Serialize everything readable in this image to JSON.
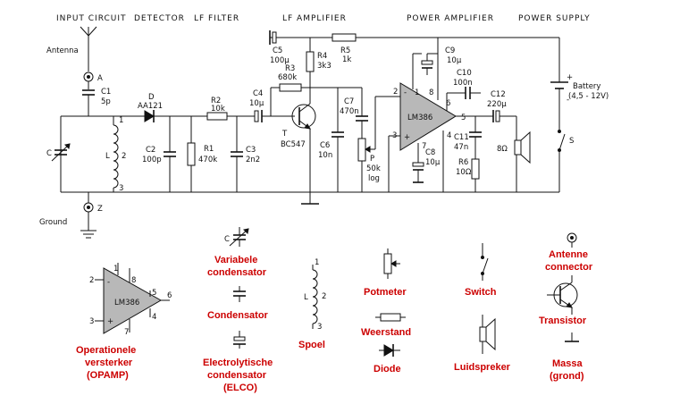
{
  "headers": {
    "input_circuit": "INPUT CIRCUIT",
    "detector": "DETECTOR",
    "lf_filter": "LF FILTER",
    "lf_amplifier": "LF AMPLIFIER",
    "power_amplifier": "POWER AMPLIFIER",
    "power_supply": "POWER SUPPLY"
  },
  "labels": {
    "antenna": "Antenna",
    "a": "A",
    "ground": "Ground",
    "z": "Z",
    "c1": "C1",
    "c1_val": "5p",
    "c": "C",
    "l": "L",
    "d": "D",
    "d_val": "AA121",
    "r2": "R2",
    "r2_val": "10k",
    "c2": "C2",
    "c2_val": "100p",
    "r1": "R1",
    "r1_val": "470k",
    "c3": "C3",
    "c3_val": "2n2",
    "c4": "C4",
    "c4_val": "10µ",
    "c5": "C5",
    "c5_val": "100µ",
    "r3": "R3",
    "r3_val": "680k",
    "r4": "R4",
    "r4_val": "3k3",
    "r5": "R5",
    "r5_val": "1k",
    "t": "T",
    "t_val": "BC547",
    "c6": "C6",
    "c6_val": "10n",
    "c7": "C7",
    "c7_val": "470n",
    "p": "P",
    "p_val": "50k",
    "p_type": "log",
    "c8": "C8",
    "c8_val": "10µ",
    "c9": "C9",
    "c9_val": "10µ",
    "c10": "C10",
    "c10_val": "100n",
    "c11": "C11",
    "c11_val": "47n",
    "c12": "C12",
    "c12_val": "220µ",
    "r6": "R6",
    "r6_val": "10Ω",
    "spk_val": "8Ω",
    "s": "S",
    "battery": "Battery",
    "battery_val": "(4,5 - 12V)",
    "lm386": "LM386",
    "plus": "+",
    "minus": "-",
    "pin1": "1",
    "pin2": "2",
    "pin3": "3",
    "pin4": "4",
    "pin5": "5",
    "pin6": "6",
    "pin7": "7",
    "pin8": "8"
  },
  "legend": {
    "opamp_1": "Operationele",
    "opamp_2": "versterker",
    "opamp_3": "(OPAMP)",
    "varcap_1": "Variabele",
    "varcap_2": "condensator",
    "cap": "Condensator",
    "elco_1": "Electrolytische",
    "elco_2": "condensator",
    "elco_3": "(ELCO)",
    "coil": "Spoel",
    "pot": "Potmeter",
    "resistor": "Weerstand",
    "diode": "Diode",
    "switch": "Switch",
    "speaker": "Luidspreker",
    "antconn_1": "Antenne",
    "antconn_2": "connector",
    "transistor": "Transistor",
    "ground_1": "Massa",
    "ground_2": "(grond)"
  }
}
